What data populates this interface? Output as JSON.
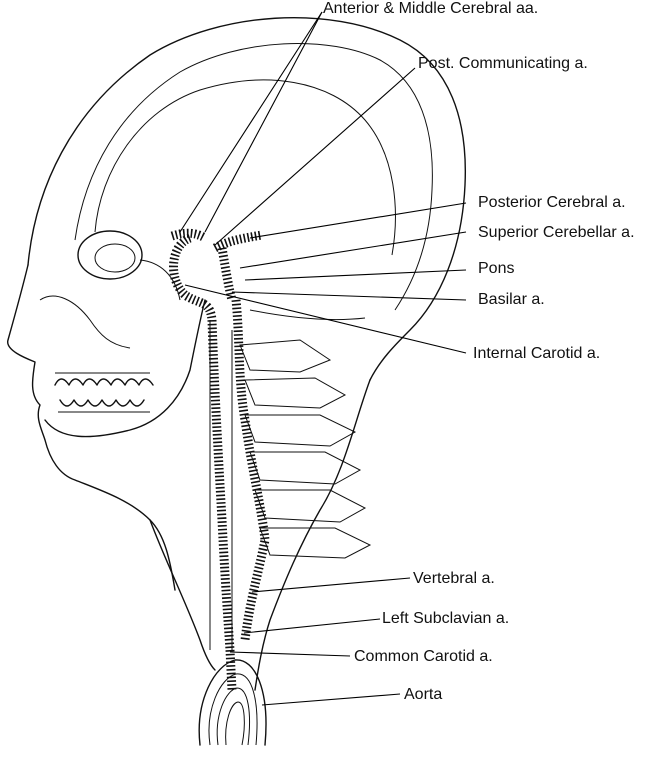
{
  "labels": [
    "Anterior & Middle Cerebral aa.",
    "Post. Communicating a.",
    "Posterior Cerebral a.",
    "Superior Cerebellar a.",
    "Pons",
    "Basilar a.",
    "Internal Carotid a.",
    "Vertebral a.",
    "Left Subclavian a.",
    "Common Carotid a.",
    "Aorta"
  ]
}
